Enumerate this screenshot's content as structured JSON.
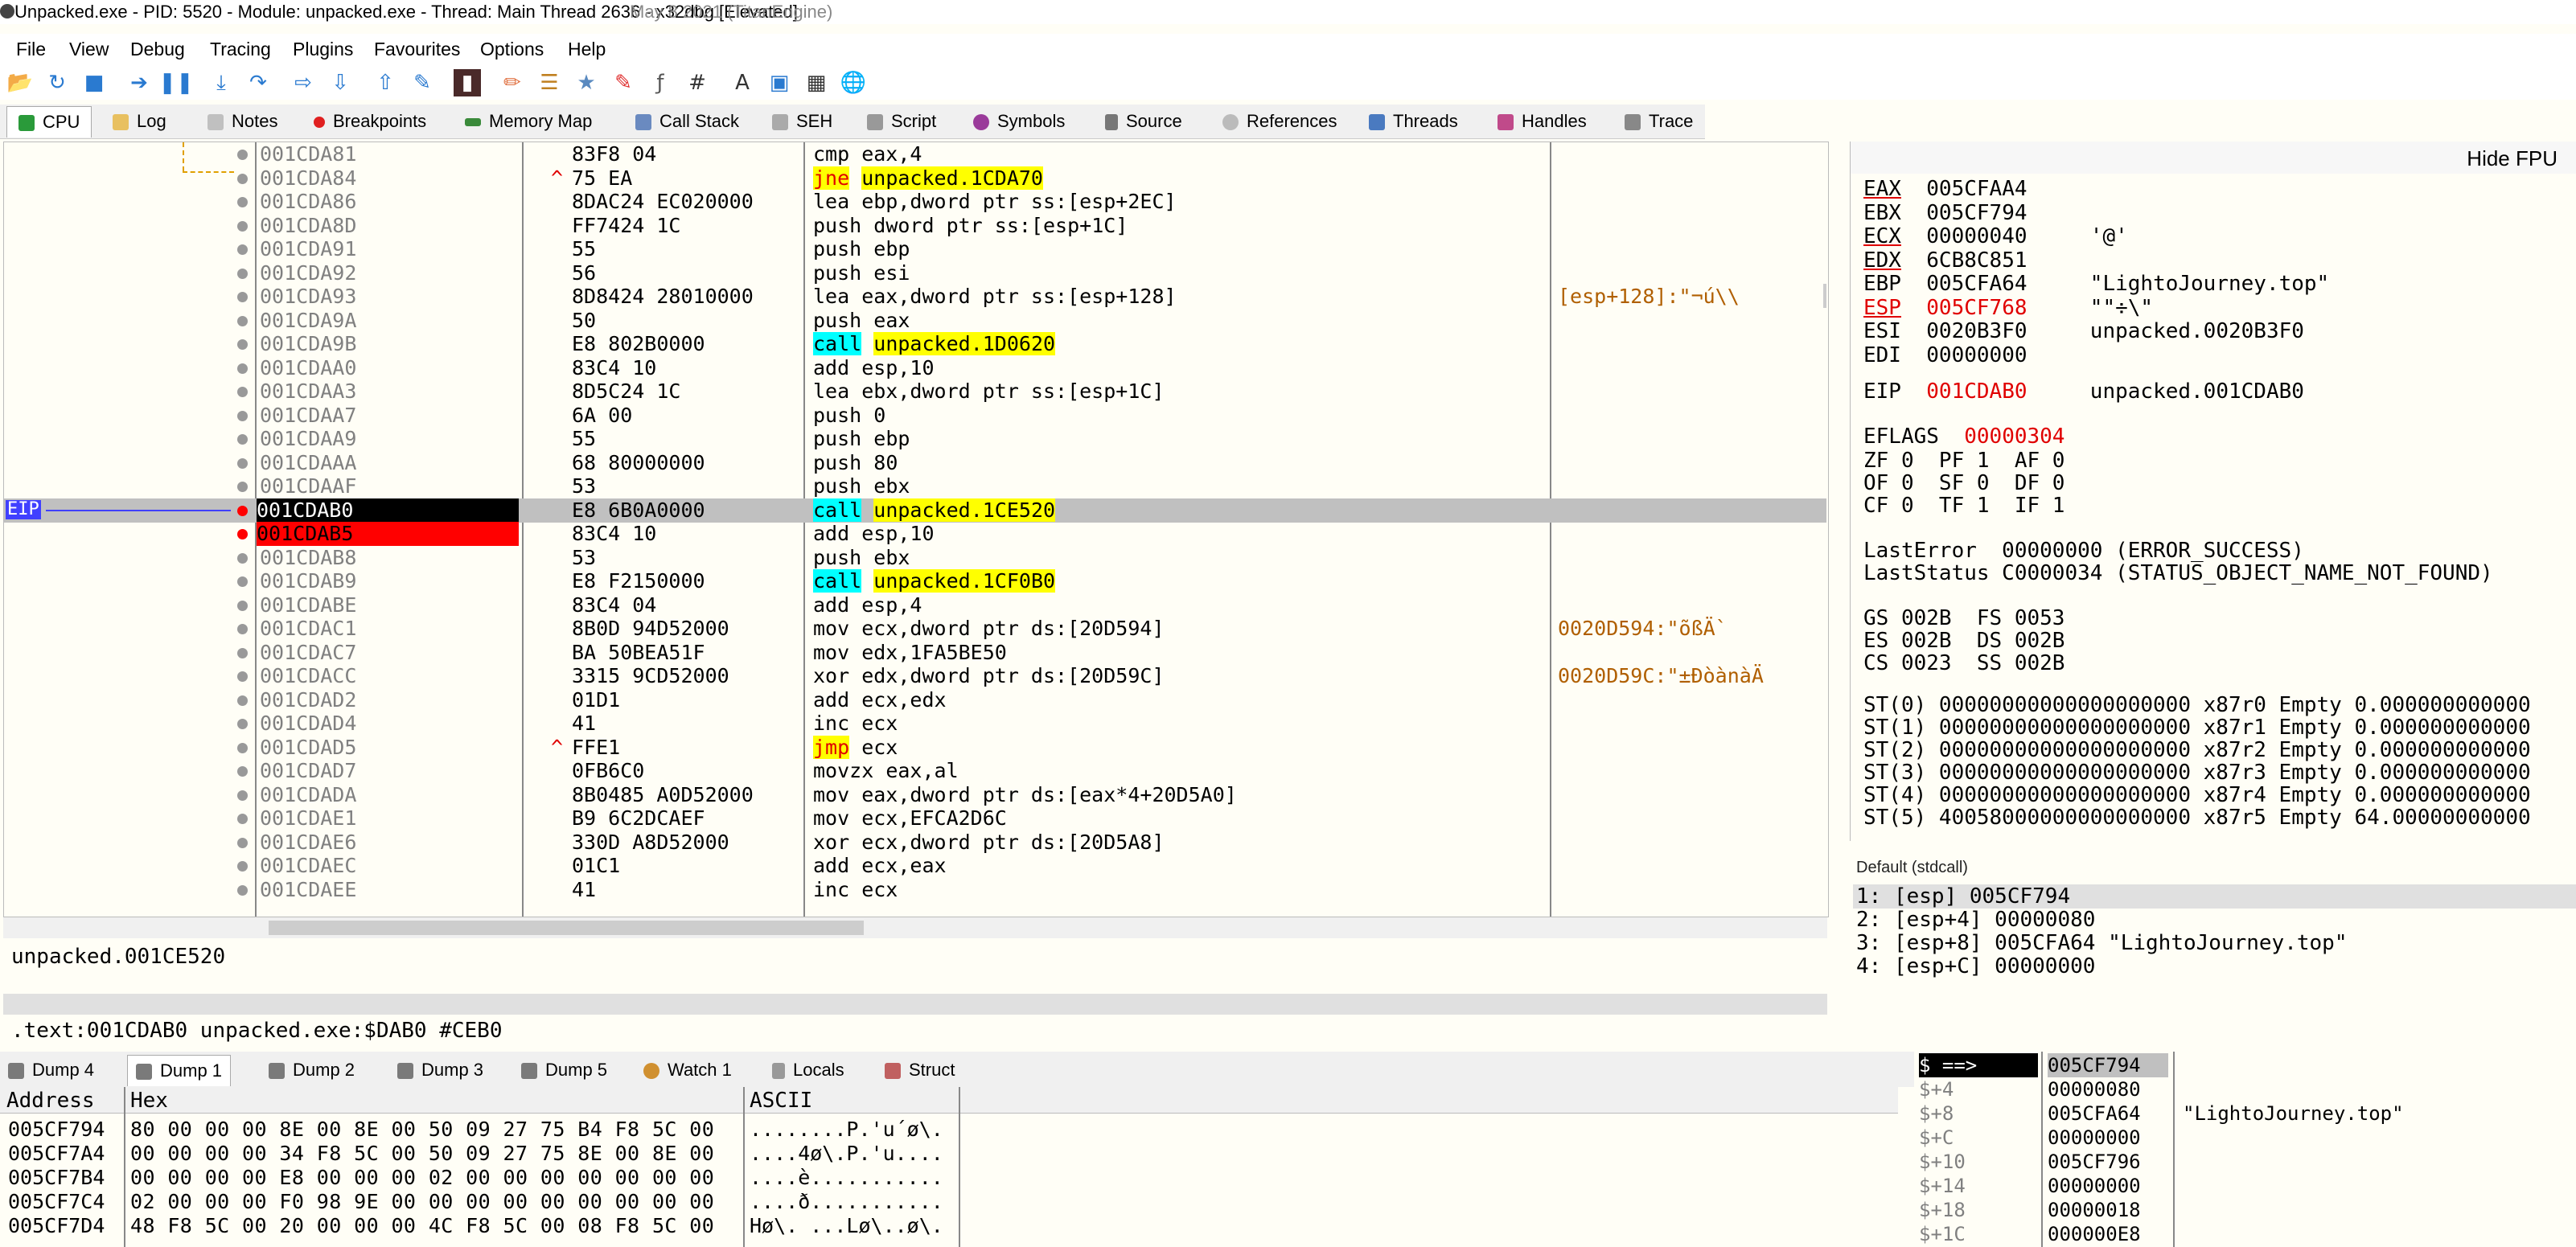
{
  "window": {
    "title": "Unpacked.exe - PID: 5520 - Module: unpacked.exe - Thread: Main Thread 2636 - x32dbg [Elevated]",
    "date": "May 8 2021 (TitanEngine)"
  },
  "menu": [
    "File",
    "View",
    "Debug",
    "Tracing",
    "Plugins",
    "Favourites",
    "Options",
    "Help"
  ],
  "tabs": [
    {
      "label": "CPU",
      "icon": "cpu-icon",
      "selected": true
    },
    {
      "label": "Log",
      "icon": "log-icon"
    },
    {
      "label": "Notes",
      "icon": "notes-icon"
    },
    {
      "label": "Breakpoints",
      "icon": "breakpoint-icon"
    },
    {
      "label": "Memory Map",
      "icon": "memory-map-icon"
    },
    {
      "label": "Call Stack",
      "icon": "call-stack-icon"
    },
    {
      "label": "SEH",
      "icon": "seh-icon"
    },
    {
      "label": "Script",
      "icon": "script-icon"
    },
    {
      "label": "Symbols",
      "icon": "symbols-icon"
    },
    {
      "label": "Source",
      "icon": "source-icon"
    },
    {
      "label": "References",
      "icon": "references-icon"
    },
    {
      "label": "Threads",
      "icon": "threads-icon"
    },
    {
      "label": "Handles",
      "icon": "handles-icon"
    },
    {
      "label": "Trace",
      "icon": "trace-icon"
    }
  ],
  "disasm": {
    "eip_label": "EIP",
    "rows": [
      {
        "addr": "001CDA81",
        "bytes": "83F8 04",
        "instr": "cmp eax,4",
        "cmt": ""
      },
      {
        "addr": "001CDA84",
        "bytes": "75 EA",
        "instr": "jne unpacked.1CDA70",
        "cmt": "",
        "arrow": "^"
      },
      {
        "addr": "001CDA86",
        "bytes": "8DAC24 EC020000",
        "instr": "lea ebp,dword ptr ss:[esp+2EC]",
        "cmt": ""
      },
      {
        "addr": "001CDA8D",
        "bytes": "FF7424 1C",
        "instr": "push dword ptr ss:[esp+1C]",
        "cmt": ""
      },
      {
        "addr": "001CDA91",
        "bytes": "55",
        "instr": "push ebp",
        "cmt": ""
      },
      {
        "addr": "001CDA92",
        "bytes": "56",
        "instr": "push esi",
        "cmt": ""
      },
      {
        "addr": "001CDA93",
        "bytes": "8D8424 28010000",
        "instr": "lea eax,dword ptr ss:[esp+128]",
        "cmt": "[esp+128]:\"¬ú\\\\"
      },
      {
        "addr": "001CDA9A",
        "bytes": "50",
        "instr": "push eax",
        "cmt": ""
      },
      {
        "addr": "001CDA9B",
        "bytes": "E8 802B0000",
        "instr": "call unpacked.1D0620",
        "cmt": ""
      },
      {
        "addr": "001CDAA0",
        "bytes": "83C4 10",
        "instr": "add esp,10",
        "cmt": ""
      },
      {
        "addr": "001CDAA3",
        "bytes": "8D5C24 1C",
        "instr": "lea ebx,dword ptr ss:[esp+1C]",
        "cmt": ""
      },
      {
        "addr": "001CDAA7",
        "bytes": "6A 00",
        "instr": "push 0",
        "cmt": ""
      },
      {
        "addr": "001CDAA9",
        "bytes": "55",
        "instr": "push ebp",
        "cmt": ""
      },
      {
        "addr": "001CDAAA",
        "bytes": "68 80000000",
        "instr": "push 80",
        "cmt": ""
      },
      {
        "addr": "001CDAAF",
        "bytes": "53",
        "instr": "push ebx",
        "cmt": ""
      },
      {
        "addr": "001CDAB0",
        "bytes": "E8 6B0A0000",
        "instr": "call unpacked.1CE520",
        "cmt": "",
        "eip": true
      },
      {
        "addr": "001CDAB5",
        "bytes": "83C4 10",
        "instr": "add esp,10",
        "cmt": "",
        "bp": true
      },
      {
        "addr": "001CDAB8",
        "bytes": "53",
        "instr": "push ebx",
        "cmt": ""
      },
      {
        "addr": "001CDAB9",
        "bytes": "E8 F2150000",
        "instr": "call unpacked.1CF0B0",
        "cmt": ""
      },
      {
        "addr": "001CDABE",
        "bytes": "83C4 04",
        "instr": "add esp,4",
        "cmt": ""
      },
      {
        "addr": "001CDAC1",
        "bytes": "8B0D 94D52000",
        "instr": "mov ecx,dword ptr ds:[20D594]",
        "cmt": "0020D594:\"õßÄ`"
      },
      {
        "addr": "001CDAC7",
        "bytes": "BA 50BEA51F",
        "instr": "mov edx,1FA5BE50",
        "cmt": ""
      },
      {
        "addr": "001CDACC",
        "bytes": "3315 9CD52000",
        "instr": "xor edx,dword ptr ds:[20D59C]",
        "cmt": "0020D59C:\"±ÐòànàÄ"
      },
      {
        "addr": "001CDAD2",
        "bytes": "01D1",
        "instr": "add ecx,edx",
        "cmt": ""
      },
      {
        "addr": "001CDAD4",
        "bytes": "41",
        "instr": "inc ecx",
        "cmt": ""
      },
      {
        "addr": "001CDAD5",
        "bytes": "FFE1",
        "instr": "jmp ecx",
        "cmt": "",
        "arrow": "^"
      },
      {
        "addr": "001CDAD7",
        "bytes": "0FB6C0",
        "instr": "movzx eax,al",
        "cmt": ""
      },
      {
        "addr": "001CDADA",
        "bytes": "8B0485 A0D52000",
        "instr": "mov eax,dword ptr ds:[eax*4+20D5A0]",
        "cmt": ""
      },
      {
        "addr": "001CDAE1",
        "bytes": "B9 6C2DCAEF",
        "instr": "mov ecx,EFCA2D6C",
        "cmt": ""
      },
      {
        "addr": "001CDAE6",
        "bytes": "330D A8D52000",
        "instr": "xor ecx,dword ptr ds:[20D5A8]",
        "cmt": ""
      },
      {
        "addr": "001CDAEC",
        "bytes": "01C1",
        "instr": "add ecx,eax",
        "cmt": ""
      },
      {
        "addr": "001CDAEE",
        "bytes": "41",
        "instr": "inc ecx",
        "cmt": ""
      }
    ]
  },
  "info": {
    "line1": "unpacked.001CE520",
    "line2": ".text:001CDAB0 unpacked.exe:$DAB0 #CEB0"
  },
  "registers": {
    "hide_fpu": "Hide FPU",
    "gp": [
      {
        "name": "EAX",
        "value": "005CFAA4",
        "note": ""
      },
      {
        "name": "EBX",
        "value": "005CF794",
        "note": ""
      },
      {
        "name": "ECX",
        "value": "00000040",
        "note": "'@'"
      },
      {
        "name": "EDX",
        "value": "6CB8C851",
        "note": ""
      },
      {
        "name": "EBP",
        "value": "005CFA64",
        "note": "\"LightoJourney.top\""
      },
      {
        "name": "ESP",
        "value": "005CF768",
        "note": "\"\"÷\\\"",
        "changed": true
      },
      {
        "name": "ESI",
        "value": "0020B3F0",
        "note": "unpacked.0020B3F0"
      },
      {
        "name": "EDI",
        "value": "00000000",
        "note": ""
      }
    ],
    "eip": {
      "name": "EIP",
      "value": "001CDAB0",
      "note": "unpacked.001CDAB0"
    },
    "eflags_label": "EFLAGS",
    "eflags_value": "00000304",
    "flags": [
      "ZF 0  PF 1  AF 0",
      "OF 0  SF 0  DF 0",
      "CF 0  TF 1  IF 1"
    ],
    "last_error": "LastError  00000000 (ERROR_SUCCESS)",
    "last_status": "LastStatus C0000034 (STATUS_OBJECT_NAME_NOT_FOUND)",
    "segs": [
      "GS 002B  FS 0053",
      "ES 002B  DS 002B",
      "CS 0023  SS 002B"
    ],
    "fpu": [
      "ST(0) 00000000000000000000 x87r0 Empty 0.000000000000",
      "ST(1) 00000000000000000000 x87r1 Empty 0.000000000000",
      "ST(2) 00000000000000000000 x87r2 Empty 0.000000000000",
      "ST(3) 00000000000000000000 x87r3 Empty 0.000000000000",
      "ST(4) 00000000000000000000 x87r4 Empty 0.000000000000",
      "ST(5) 40058000000000000000 x87r5 Empty 64.00000000000"
    ]
  },
  "callconv": {
    "label": "Default (stdcall)",
    "args": [
      "1: [esp] 005CF794",
      "2: [esp+4] 00000080",
      "3: [esp+8] 005CFA64 \"LightoJourney.top\"",
      "4: [esp+C] 00000000"
    ]
  },
  "dumptabs": [
    {
      "label": "Dump 4"
    },
    {
      "label": "Dump 1",
      "selected": true
    },
    {
      "label": "Dump 2"
    },
    {
      "label": "Dump 3"
    },
    {
      "label": "Dump 5"
    },
    {
      "label": "Watch 1"
    },
    {
      "label": "Locals"
    },
    {
      "label": "Struct"
    }
  ],
  "dump": {
    "headers": [
      "Address",
      "Hex",
      "ASCII"
    ],
    "rows": [
      {
        "addr": "005CF794",
        "hex": "80 00 00 00 8E 00 8E 00 50 09 27 75 B4 F8 5C 00",
        "ascii": "........P.'u´ø\\."
      },
      {
        "addr": "005CF7A4",
        "hex": "00 00 00 00 34 F8 5C 00 50 09 27 75 8E 00 8E 00",
        "ascii": "....4ø\\.P.'u...."
      },
      {
        "addr": "005CF7B4",
        "hex": "00 00 00 00 E8 00 00 00 02 00 00 00 00 00 00 00",
        "ascii": "....è..........."
      },
      {
        "addr": "005CF7C4",
        "hex": "02 00 00 00 F0 98 9E 00 00 00 00 00 00 00 00 00",
        "ascii": "....ð..........."
      },
      {
        "addr": "005CF7D4",
        "hex": "48 F8 5C 00 20 00 00 00 4C F8 5C 00 08 F8 5C 00",
        "ascii": "Hø\\. ...Lø\\..ø\\."
      }
    ]
  },
  "stack": {
    "rows": [
      {
        "off": "$ ==>",
        "val": "005CF794",
        "cmt": ""
      },
      {
        "off": "$+4",
        "val": "00000080",
        "cmt": ""
      },
      {
        "off": "$+8",
        "val": "005CFA64",
        "cmt": "\"LightoJourney.top\""
      },
      {
        "off": "$+C",
        "val": "00000000",
        "cmt": ""
      },
      {
        "off": "$+10",
        "val": "005CF796",
        "cmt": ""
      },
      {
        "off": "$+14",
        "val": "00000000",
        "cmt": ""
      },
      {
        "off": "$+18",
        "val": "00000018",
        "cmt": ""
      },
      {
        "off": "$+1C",
        "val": "000000E8",
        "cmt": ""
      }
    ]
  }
}
